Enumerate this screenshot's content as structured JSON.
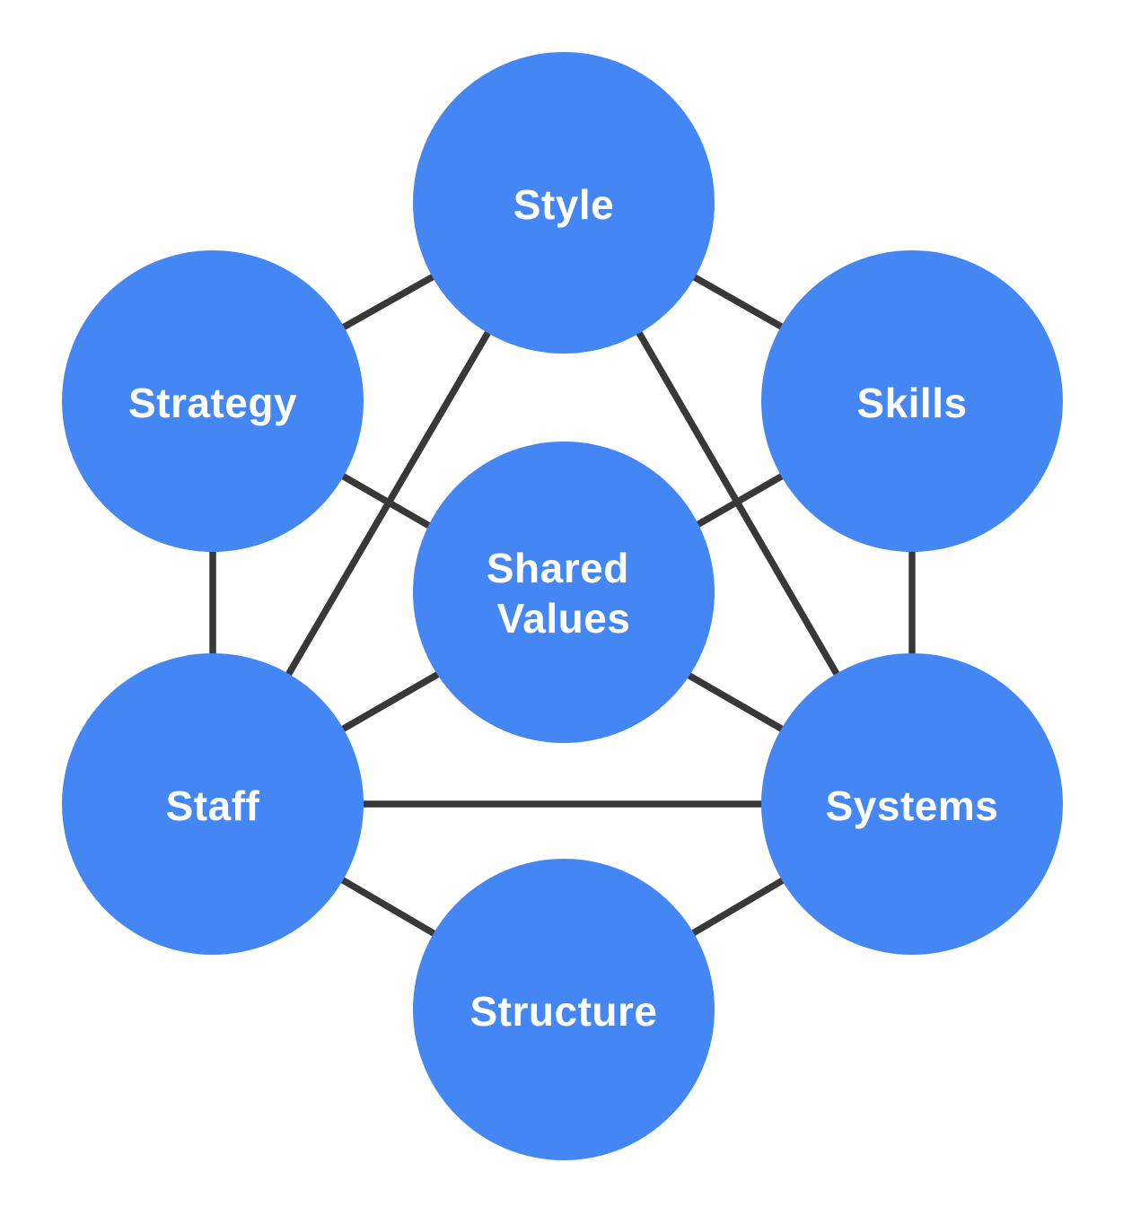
{
  "diagram": {
    "figure_type": "network-diagram",
    "background": "#FFFFFF",
    "colors": {
      "node_fill": "#4486F4",
      "label_color": "#FFFFFF",
      "connector_color": "#383838"
    },
    "nodes": {
      "style": {
        "label": "Style"
      },
      "strategy": {
        "label": "Strategy"
      },
      "skills": {
        "label": "Skills"
      },
      "shared_values": {
        "label": "Shared Values",
        "lines": [
          "Shared",
          "Values"
        ]
      },
      "staff": {
        "label": "Staff"
      },
      "systems": {
        "label": "Systems"
      },
      "structure": {
        "label": "Structure"
      }
    },
    "edges": [
      {
        "from": "Style",
        "to": "Strategy"
      },
      {
        "from": "Style",
        "to": "Skills"
      },
      {
        "from": "Style",
        "to": "Staff"
      },
      {
        "from": "Style",
        "to": "Systems"
      },
      {
        "from": "Strategy",
        "to": "Staff"
      },
      {
        "from": "Strategy",
        "to": "Systems"
      },
      {
        "from": "Skills",
        "to": "Systems"
      },
      {
        "from": "Skills",
        "to": "Staff"
      },
      {
        "from": "Staff",
        "to": "Systems"
      },
      {
        "from": "Staff",
        "to": "Structure"
      },
      {
        "from": "Systems",
        "to": "Structure"
      }
    ]
  }
}
